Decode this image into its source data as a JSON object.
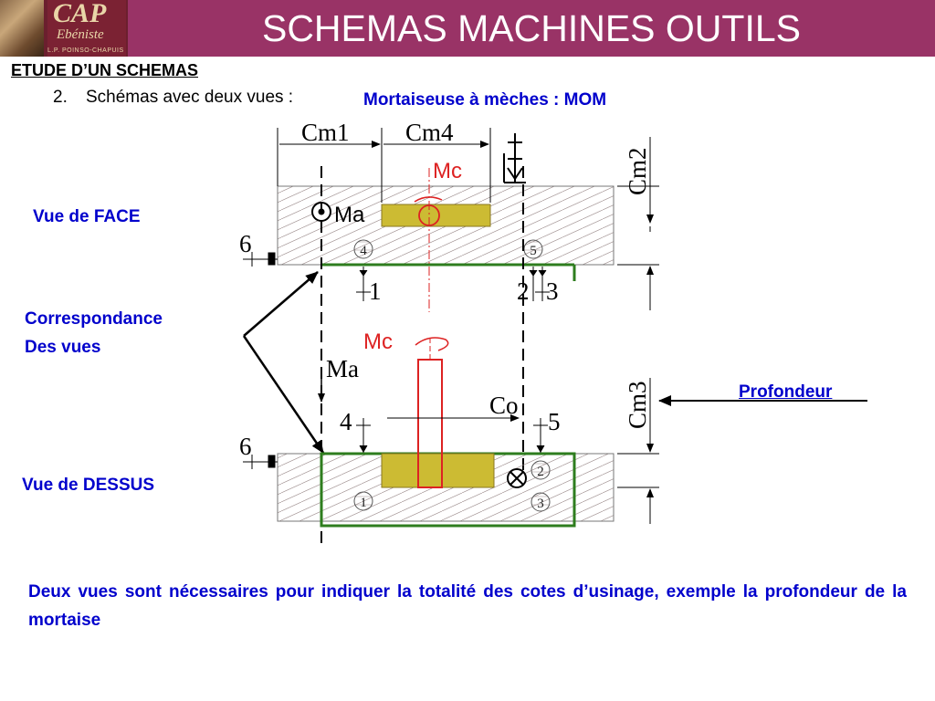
{
  "header": {
    "title": "SCHEMAS MACHINES OUTILS",
    "logo": {
      "main": "CAP",
      "sub": "Ebéniste",
      "school": "L.P. POINSO-CHAPUIS"
    }
  },
  "section_title": "ETUDE D’UN SCHEMAS",
  "list_item": {
    "number": "2.",
    "text": "Schémas avec deux vues :"
  },
  "machine_label": "Mortaiseuse à mèches : MOM",
  "side_labels": {
    "vue_face": "Vue de FACE",
    "correspondance_1": "Correspondance",
    "correspondance_2": "Des vues",
    "vue_dessus": "Vue de DESSUS",
    "profondeur": "Profondeur"
  },
  "diagram_labels": {
    "cm1": "Cm1",
    "cm4": "Cm4",
    "cm2": "Cm2",
    "cm3": "Cm3",
    "mc": "Mc",
    "ma": "Ma",
    "co": "Co",
    "n1": "1",
    "n2": "2",
    "n3": "3",
    "n4": "4",
    "n5": "5",
    "n6": "6"
  },
  "colors": {
    "header": "#993366",
    "blue_text": "#0000cc",
    "mortise": "#ccbb33",
    "green": "#2e7d1e",
    "red": "#dd2222"
  },
  "footer_text": "Deux vues sont nécessaires pour indiquer la totalité des cotes d’usinage, exemple la profondeur de la mortaise"
}
